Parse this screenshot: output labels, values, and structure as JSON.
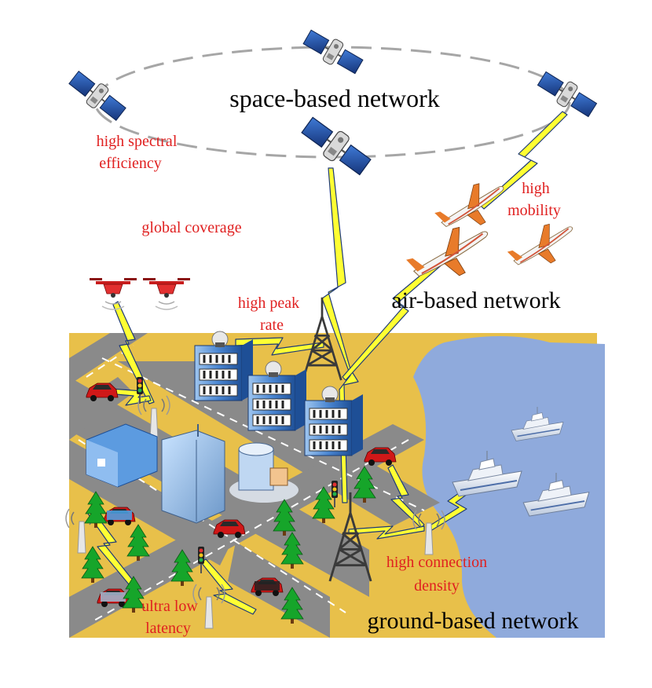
{
  "labels": {
    "space_network": "space-based network",
    "air_network": "air-based network",
    "ground_network": "ground-based network",
    "spectral_1": "high spectral",
    "spectral_2": "efficiency",
    "coverage": "global coverage",
    "mobility_1": "high",
    "mobility_2": "mobility",
    "peak_1": "high peak",
    "peak_2": "rate",
    "connection_1": "high connection",
    "connection_2": "density",
    "latency_1": "ultra low",
    "latency_2": "latency"
  },
  "colors": {
    "network_label": "#000000",
    "attribute_label": "#e02020",
    "ground": "#e8c04a",
    "road": "#8a8a8a",
    "water": "#8faadc",
    "link_fill": "#ffff33",
    "link_stroke": "#1f3a78",
    "orbit": "#a6a6a6"
  }
}
